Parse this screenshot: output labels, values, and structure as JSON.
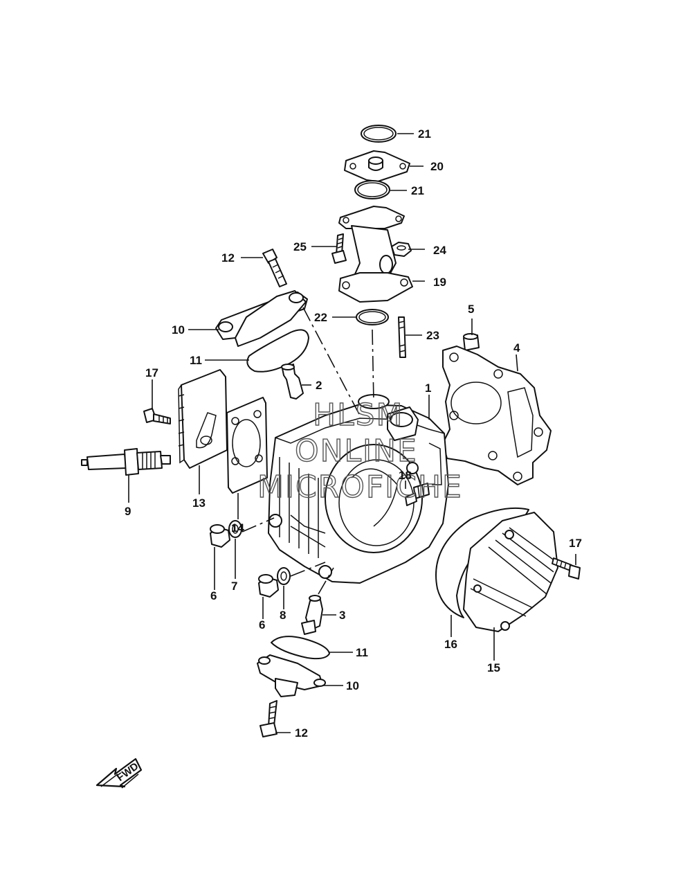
{
  "callouts": {
    "c1": "1",
    "c2": "2",
    "c3": "3",
    "c4": "4",
    "c5": "5",
    "c6a": "6",
    "c6b": "6",
    "c7": "7",
    "c8": "8",
    "c9": "9",
    "c10a": "10",
    "c10b": "10",
    "c11a": "11",
    "c11b": "11",
    "c12a": "12",
    "c12b": "12",
    "c13": "13",
    "c14": "14",
    "c15": "15",
    "c16": "16",
    "c17a": "17",
    "c17b": "17",
    "c18": "18",
    "c19": "19",
    "c20": "20",
    "c21a": "21",
    "c21b": "21",
    "c22": "22",
    "c23": "23",
    "c24": "24",
    "c25": "25"
  },
  "watermark": {
    "line1": "HLSM",
    "line2": "ONLINE",
    "line3": "MICROFICHE"
  },
  "direction_badge": "FWD",
  "colors": {
    "ink": "#111111",
    "background": "#ffffff",
    "watermark": "#555555"
  }
}
